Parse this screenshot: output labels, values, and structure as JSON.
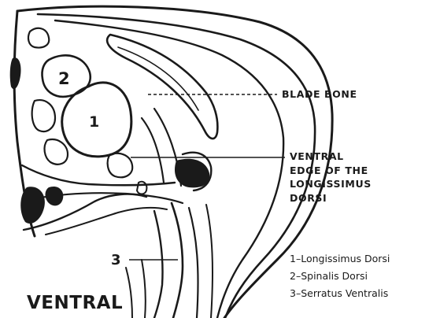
{
  "labels": {
    "blade_bone": "BLADE BONE",
    "ventral_edge": [
      "VENTRAL",
      "EDGE OF THE",
      "LONGISSIMUS",
      "DORSI"
    ]
  },
  "region_numbers": {
    "one": "1",
    "two": "2",
    "three": "3"
  },
  "legend": [
    "1–Longissimus Dorsi",
    "2–Spinalis Dorsi",
    "3–Serratus Ventralis"
  ],
  "orientation_label": "VENTRAL",
  "colors": {
    "ink": "#1a1a1a",
    "background": "#ffffff"
  }
}
